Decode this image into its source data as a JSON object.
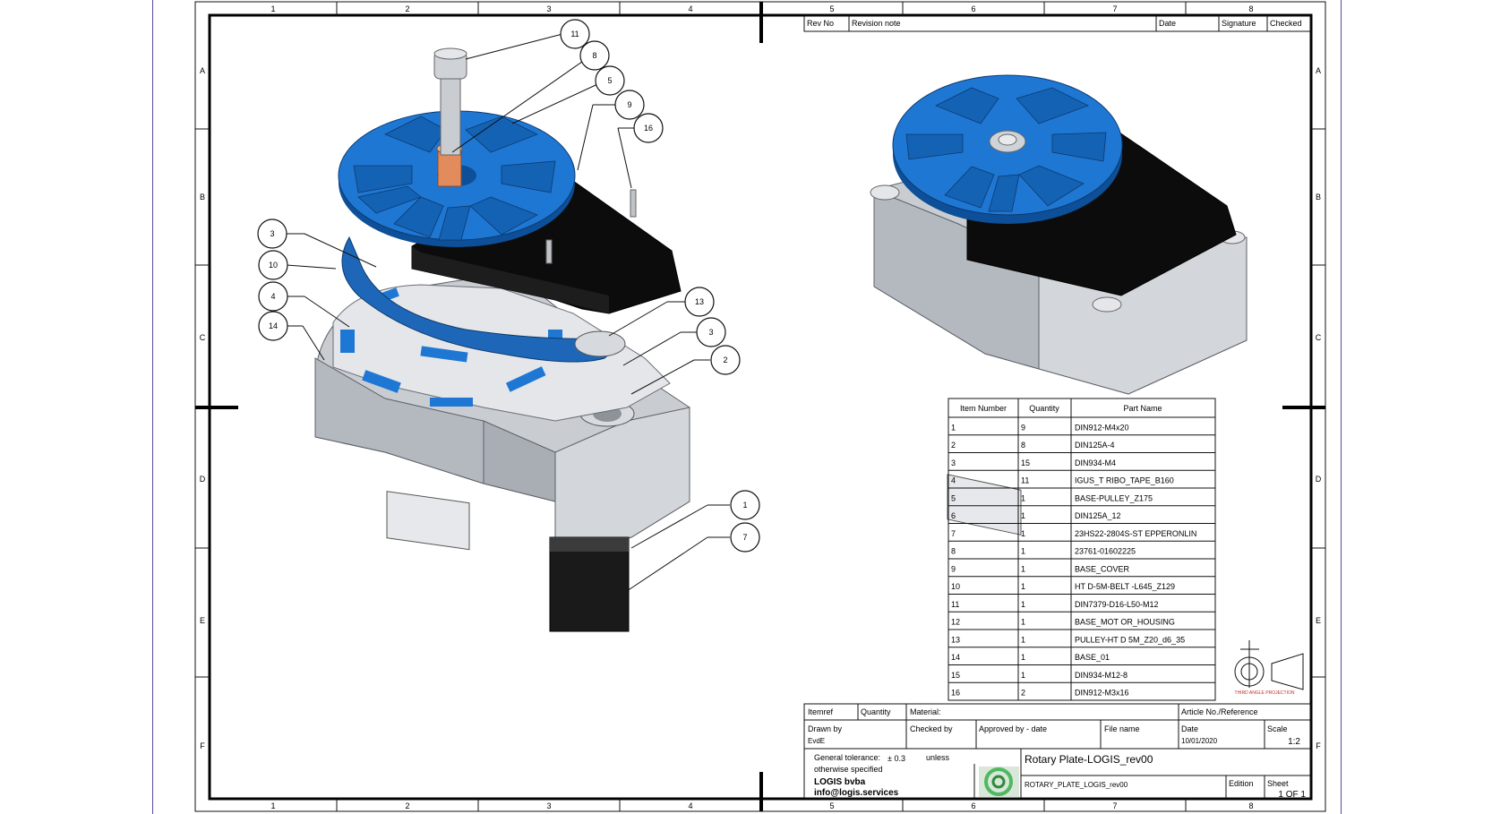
{
  "zones": {
    "columns": [
      "1",
      "2",
      "3",
      "4",
      "5",
      "6",
      "7",
      "8"
    ],
    "rows": [
      "A",
      "B",
      "C",
      "D",
      "E",
      "F"
    ]
  },
  "revision_table": {
    "headers": [
      "Rev No",
      "Revision note",
      "Date",
      "Signature",
      "Checked"
    ]
  },
  "callouts_left": [
    "11",
    "8",
    "5",
    "9",
    "16",
    "3",
    "10",
    "4",
    "14",
    "13",
    "3",
    "2",
    "1",
    "7"
  ],
  "bom": {
    "headers": [
      "Item Number",
      "Quantity",
      "Part Name"
    ],
    "rows": [
      [
        "1",
        "9",
        "DIN912-M4x20"
      ],
      [
        "2",
        "8",
        "DIN125A-4"
      ],
      [
        "3",
        "15",
        "DIN934-M4"
      ],
      [
        "4",
        "11",
        "IGUS_T RIBO_TAPE_B160"
      ],
      [
        "5",
        "1",
        "BASE-PULLEY_Z175"
      ],
      [
        "6",
        "1",
        "DIN125A_12"
      ],
      [
        "7",
        "1",
        "23HS22-2804S-ST EPPERONLIN"
      ],
      [
        "8",
        "1",
        "23761-01602225"
      ],
      [
        "9",
        "1",
        "BASE_COVER"
      ],
      [
        "10",
        "1",
        "HT D-5M-BELT -L645_Z129"
      ],
      [
        "11",
        "1",
        "DIN7379-D16-L50-M12"
      ],
      [
        "12",
        "1",
        "BASE_MOT OR_HOUSING"
      ],
      [
        "13",
        "1",
        "PULLEY-HT D 5M_Z20_d6_35"
      ],
      [
        "14",
        "1",
        "BASE_01"
      ],
      [
        "15",
        "1",
        "DIN934-M12-8"
      ],
      [
        "16",
        "2",
        "DIN912-M3x16"
      ]
    ]
  },
  "title_block": {
    "itemref": "Itemref",
    "quantity": "Quantity",
    "material": "Material:",
    "article_ref": "Article No./Reference",
    "drawn_by_label": "Drawn by",
    "drawn_by": "EvdE",
    "checked_by_label": "Checked by",
    "approved_label": "Approved by - date",
    "file_name_label": "File name",
    "date_label": "Date",
    "date": "10/01/2020",
    "scale_label": "Scale",
    "scale": "1:2",
    "tolerance_line1": "General tolerance:",
    "tolerance_value": "± 0.3",
    "tolerance_unless": "unless",
    "tolerance_line2": "otherwise specified",
    "title": "Rotary Plate-LOGIS_rev00",
    "file_name": "ROTARY_PLATE_LOGIS_rev00",
    "edition_label": "Edition",
    "sheet_label": "Sheet",
    "sheet_value": "1 OF 1",
    "company": "LOGIS bvba",
    "email": "info@logis.services"
  },
  "projection_label": "THIRD ANGLE PROJECTION",
  "colors": {
    "part_blue": "#1f77d4",
    "part_black": "#0c0c0c",
    "housing_gray": "#c9cdd2",
    "accent_purple": "#5a4a9c",
    "logo_green": "#4fb860"
  }
}
